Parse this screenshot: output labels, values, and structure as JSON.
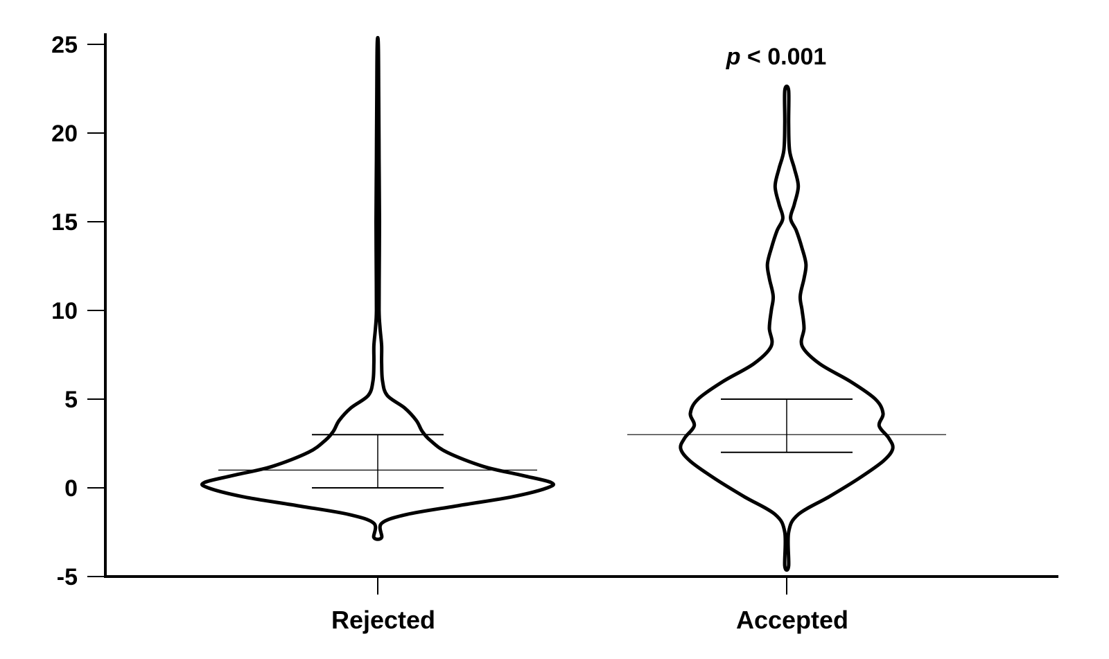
{
  "chart_data": {
    "type": "violin",
    "title": "",
    "xlabel": "",
    "ylabel": "",
    "ylim": [
      -5,
      25
    ],
    "y_ticks": [
      "-5",
      "0",
      "5",
      "10",
      "15",
      "20",
      "25"
    ],
    "categories": [
      "Rejected",
      "Accepted"
    ],
    "annotation": {
      "italic": "p",
      "text": " < 0.001"
    },
    "groups": [
      {
        "name": "Rejected",
        "min": -2.8,
        "max": 25.0,
        "median": 1,
        "q1": 0,
        "q3": 3,
        "density_profile": [
          [
            -2.8,
            0.02
          ],
          [
            -2.0,
            0.02
          ],
          [
            -1.5,
            0.15
          ],
          [
            -1.0,
            0.42
          ],
          [
            -0.5,
            0.7
          ],
          [
            0.0,
            0.88
          ],
          [
            0.3,
            0.9
          ],
          [
            0.7,
            0.75
          ],
          [
            1.2,
            0.55
          ],
          [
            2.0,
            0.36
          ],
          [
            2.7,
            0.27
          ],
          [
            3.2,
            0.23
          ],
          [
            3.8,
            0.2
          ],
          [
            4.5,
            0.14
          ],
          [
            5.2,
            0.05
          ],
          [
            6.0,
            0.025
          ],
          [
            7.0,
            0.02
          ],
          [
            8.0,
            0.02
          ],
          [
            9.0,
            0.012
          ],
          [
            10.0,
            0.007
          ],
          [
            12.5,
            0.008
          ],
          [
            15.0,
            0.009
          ],
          [
            18.5,
            0.007
          ],
          [
            22.0,
            0.005
          ],
          [
            25.0,
            0.003
          ]
        ]
      },
      {
        "name": "Accepted",
        "min": -4.4,
        "max": 22.4,
        "median": 3,
        "q1": 2,
        "q3": 5,
        "density_profile": [
          [
            -4.4,
            0.01
          ],
          [
            -2.5,
            0.01
          ],
          [
            -1.5,
            0.06
          ],
          [
            -0.5,
            0.22
          ],
          [
            0.5,
            0.37
          ],
          [
            1.5,
            0.5
          ],
          [
            2.2,
            0.55
          ],
          [
            2.8,
            0.53
          ],
          [
            3.5,
            0.48
          ],
          [
            4.2,
            0.5
          ],
          [
            5.0,
            0.46
          ],
          [
            6.0,
            0.33
          ],
          [
            7.0,
            0.17
          ],
          [
            8.0,
            0.08
          ],
          [
            9.0,
            0.09
          ],
          [
            10.0,
            0.08
          ],
          [
            10.8,
            0.07
          ],
          [
            11.8,
            0.09
          ],
          [
            12.6,
            0.1
          ],
          [
            13.5,
            0.08
          ],
          [
            14.5,
            0.05
          ],
          [
            15.2,
            0.02
          ],
          [
            16.0,
            0.04
          ],
          [
            17.0,
            0.06
          ],
          [
            18.0,
            0.04
          ],
          [
            19.0,
            0.015
          ],
          [
            20.5,
            0.01
          ],
          [
            22.4,
            0.01
          ]
        ]
      }
    ]
  }
}
